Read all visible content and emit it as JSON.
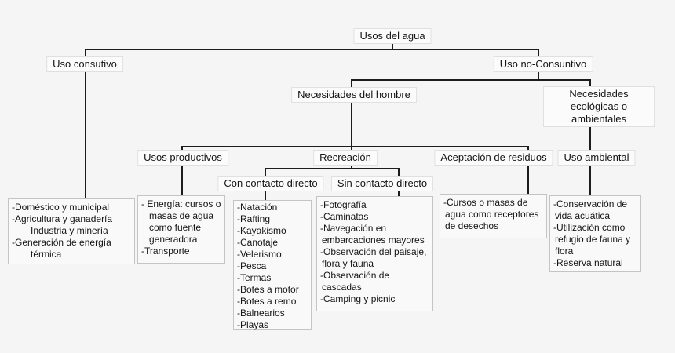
{
  "colors": {
    "background": "#f5f5f5",
    "line": "#1c1c1c",
    "label_bg": "#fbfbfb",
    "label_border": "#e0e0e0",
    "box_bg": "#f9f9f9",
    "box_border": "#c4c4c4"
  },
  "nodes": {
    "root": "Usos del agua",
    "consuntivo": "Uso consutivo",
    "no_consuntivo": "Uso no-Consuntivo",
    "nec_hombre": "Necesidades del hombre",
    "nec_eco": "Necesidades ecológicas o ambientales",
    "usos_productivos": "Usos productivos",
    "recreacion": "Recreación",
    "aceptacion": "Aceptación de residuos",
    "uso_ambiental": "Uso ambiental",
    "con_contacto": "Con contacto directo",
    "sin_contacto": "Sin contacto directo"
  },
  "leaves": {
    "consuntivo": [
      "-Doméstico y municipal",
      "-Agricultura y ganadería Industria y minería",
      "-Generación de energía térmica"
    ],
    "productivos": [
      "- Energía: cursos o masas de agua como fuente generadora",
      "-Transporte"
    ],
    "con_contacto": [
      "-Natación",
      "-Rafting",
      "-Kayakismo",
      "-Canotaje",
      "-Velerismo",
      "-Pesca",
      "-Termas",
      "-Botes a motor",
      "-Botes a remo",
      "-Balnearios",
      "-Playas"
    ],
    "sin_contacto": [
      "-Fotografía",
      "-Caminatas",
      "-Navegación en embarcaciones mayores",
      "-Observación del paisaje, flora y fauna",
      "-Observación de cascadas",
      "-Camping y picnic"
    ],
    "aceptacion": [
      "-Cursos o masas de agua como receptores de desechos"
    ],
    "ambiental": [
      "-Conservación de vida acuática",
      "-Utilización como refugio de fauna y flora",
      "-Reserva natural"
    ]
  }
}
